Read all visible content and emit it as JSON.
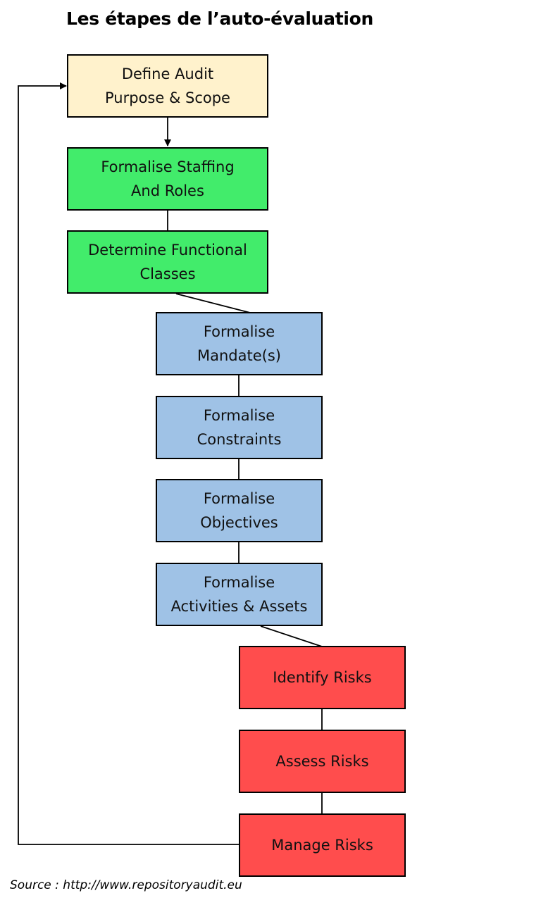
{
  "title": "Les étapes de l’auto-évaluation",
  "steps": [
    {
      "label": "Define Audit\nPurpose & Scope",
      "color": "#fff2cc"
    },
    {
      "label": "Formalise Staffing\nAnd Roles",
      "color": "#42ec6b"
    },
    {
      "label": "Determine Functional\nClasses",
      "color": "#42ec6b"
    },
    {
      "label": "Formalise\nMandate(s)",
      "color": "#9fc2e6"
    },
    {
      "label": "Formalise\nConstraints",
      "color": "#9fc2e6"
    },
    {
      "label": "Formalise\nObjectives",
      "color": "#9fc2e6"
    },
    {
      "label": "Formalise\nActivities & Assets",
      "color": "#9fc2e6"
    },
    {
      "label": "Identify Risks",
      "color": "#ff4d4d"
    },
    {
      "label": "Assess Risks",
      "color": "#ff4d4d"
    },
    {
      "label": "Manage Risks",
      "color": "#ff4d4d"
    }
  ],
  "source": "Source : http://www.repositoryaudit.eu"
}
